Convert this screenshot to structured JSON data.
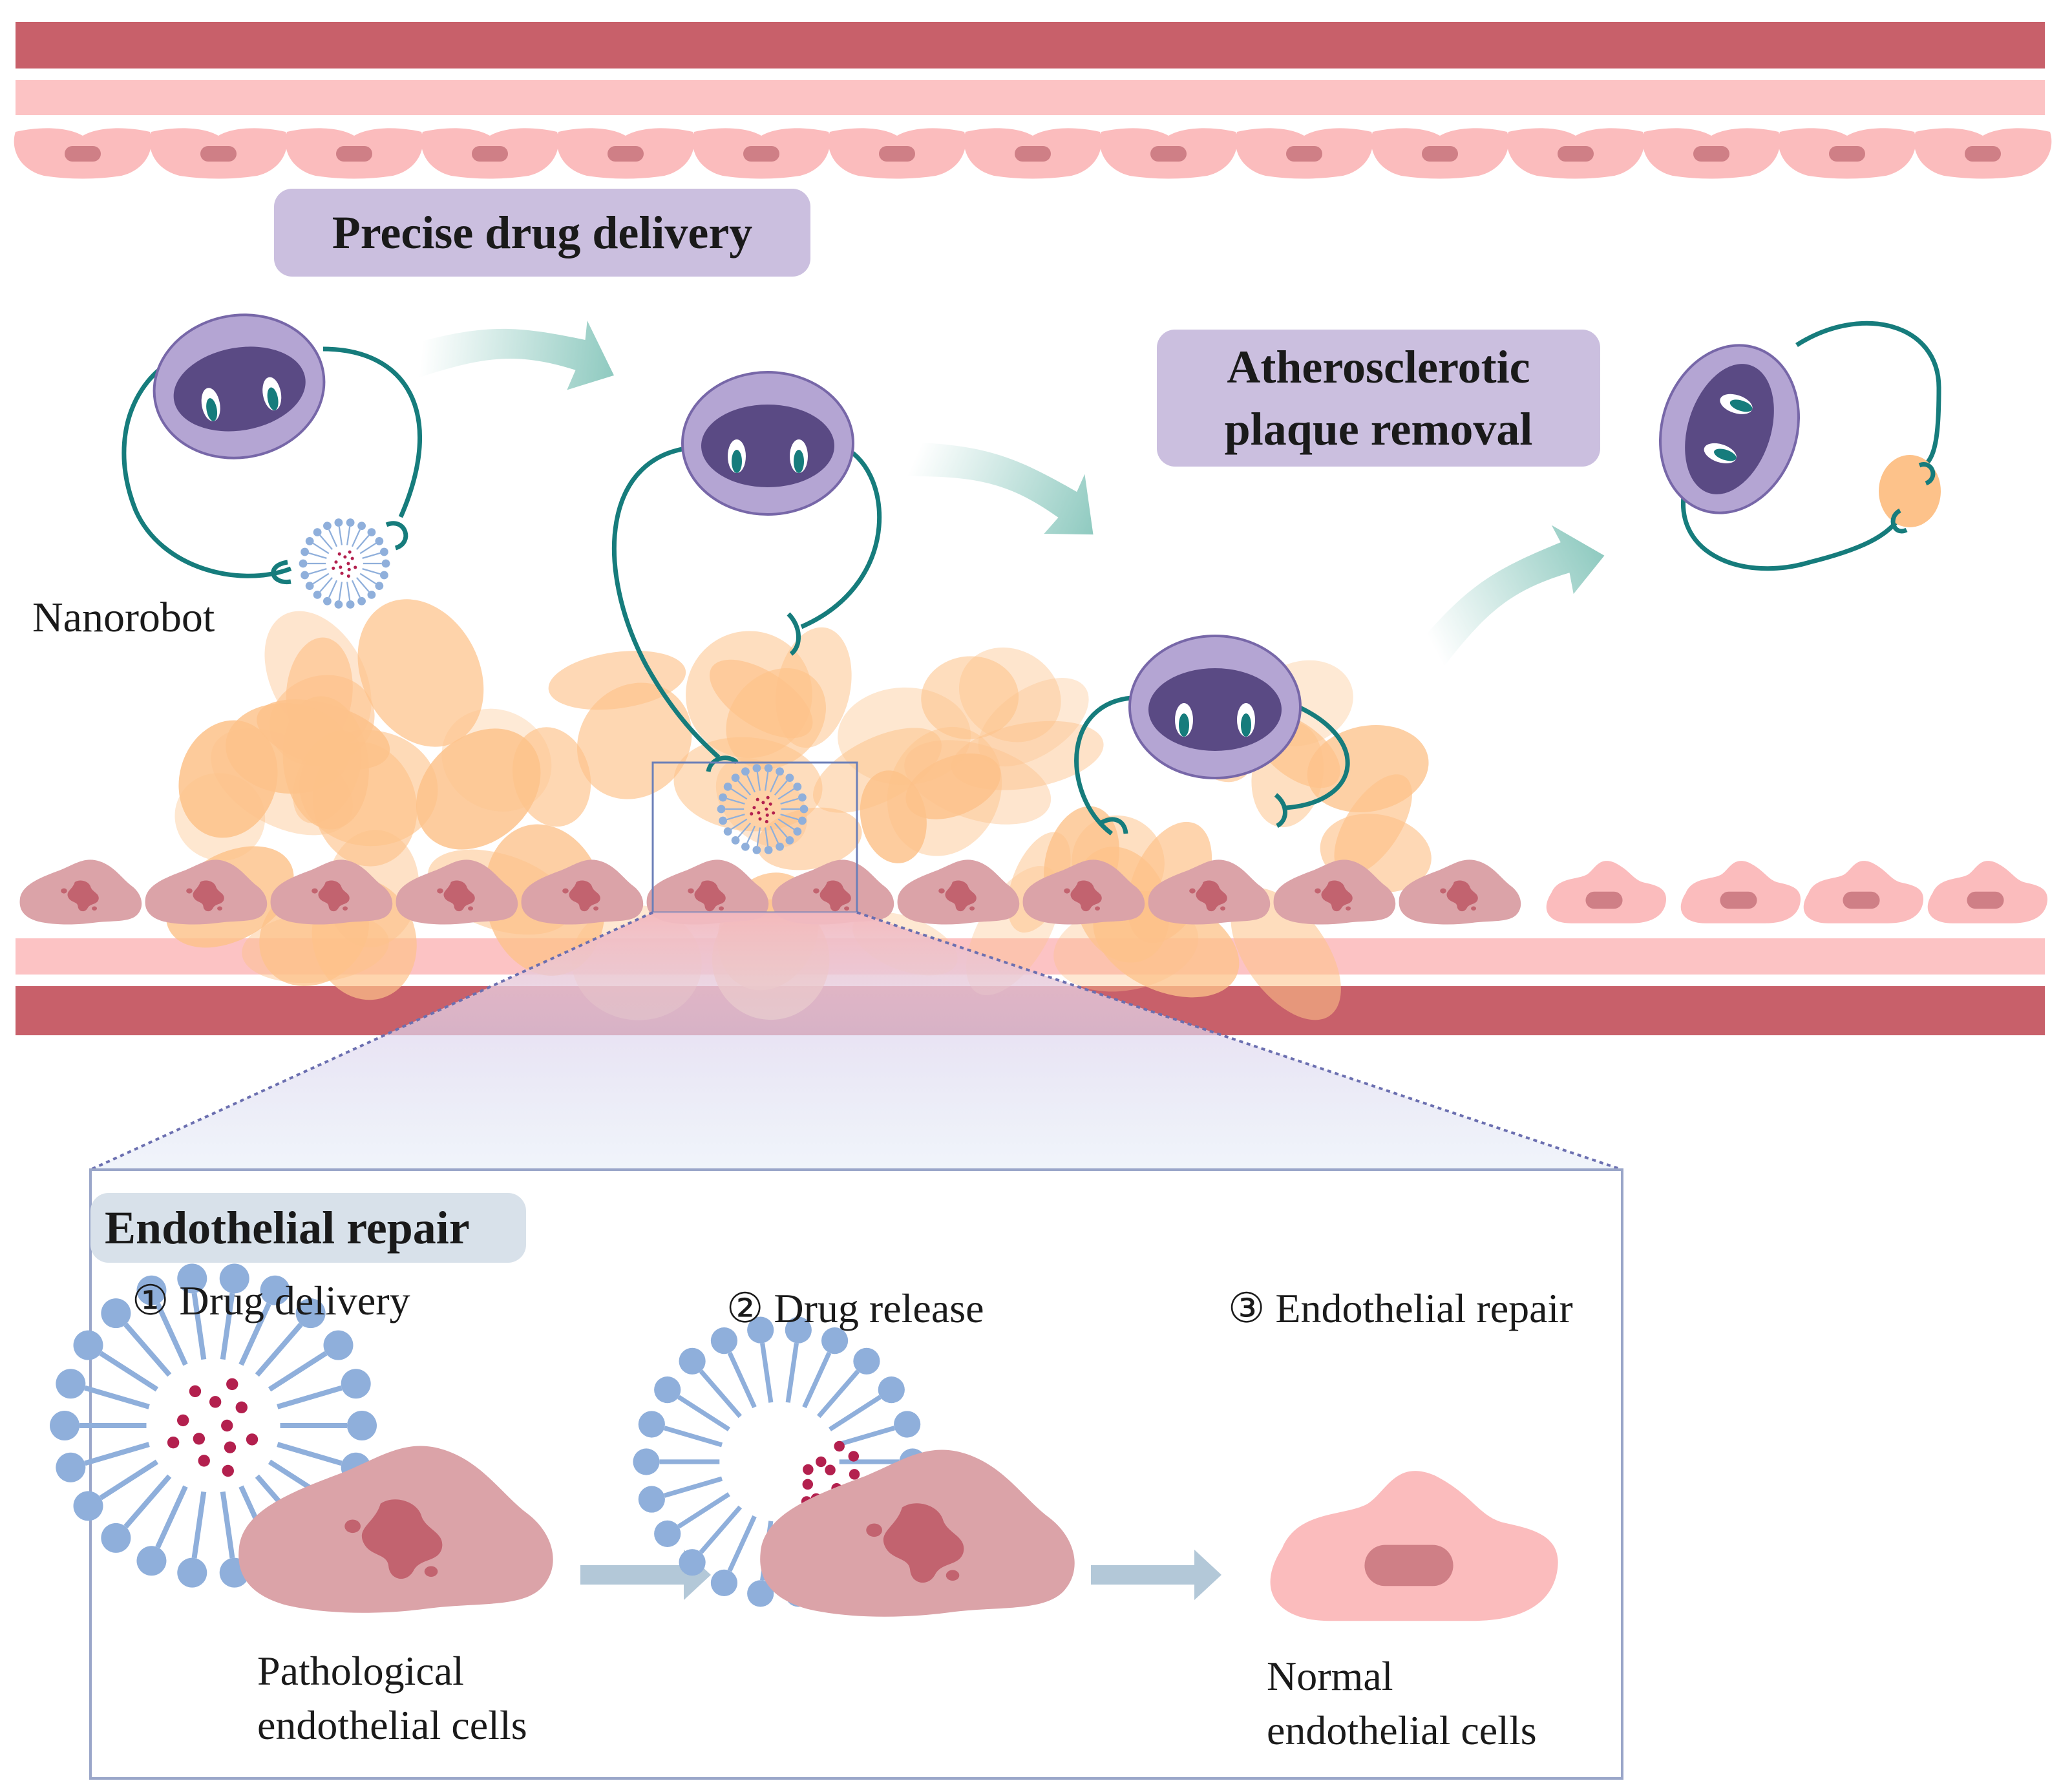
{
  "labels": {
    "precise_drug_delivery": "Precise drug delivery",
    "plaque_removal_line1": "Atherosclerotic",
    "plaque_removal_line2": "plaque removal",
    "nanorobot": "Nanorobot",
    "endothelial_repair_title": "Endothelial repair",
    "step1": "① Drug delivery",
    "step2": "② Drug release",
    "step3": "③ Endothelial repair",
    "pathological_line1": "Pathological",
    "pathological_line2": "endothelial cells",
    "normal_line1": "Normal",
    "normal_line2": "endothelial cells"
  },
  "colors": {
    "vessel_wall_dark": "#c8606a",
    "vessel_wall_light": "#fcc3c4",
    "normal_cell": "#fbbcbd",
    "normal_nucleus": "#cf7f86",
    "pathological_cell": "#dba3a8",
    "pathological_nucleus": "#c2636f",
    "plaque": "#fdc28a",
    "nanorobot_body": "#b4a5d3",
    "nanorobot_face": "#5a4a84",
    "flagella": "#167c7c",
    "liposome": "#8fafdb",
    "drug_dot": "#b3204e",
    "process_arrow": "#b3c8d8",
    "motion_arrow": "#8fcac0",
    "pill_purple": "#cbbfdf",
    "pill_grey": "#d8e1ea"
  },
  "icons": [
    "nanorobot-icon",
    "liposome-icon",
    "endothelial-cell-icon",
    "pathological-cell-icon",
    "plaque-particle-icon",
    "arrow-icon"
  ]
}
